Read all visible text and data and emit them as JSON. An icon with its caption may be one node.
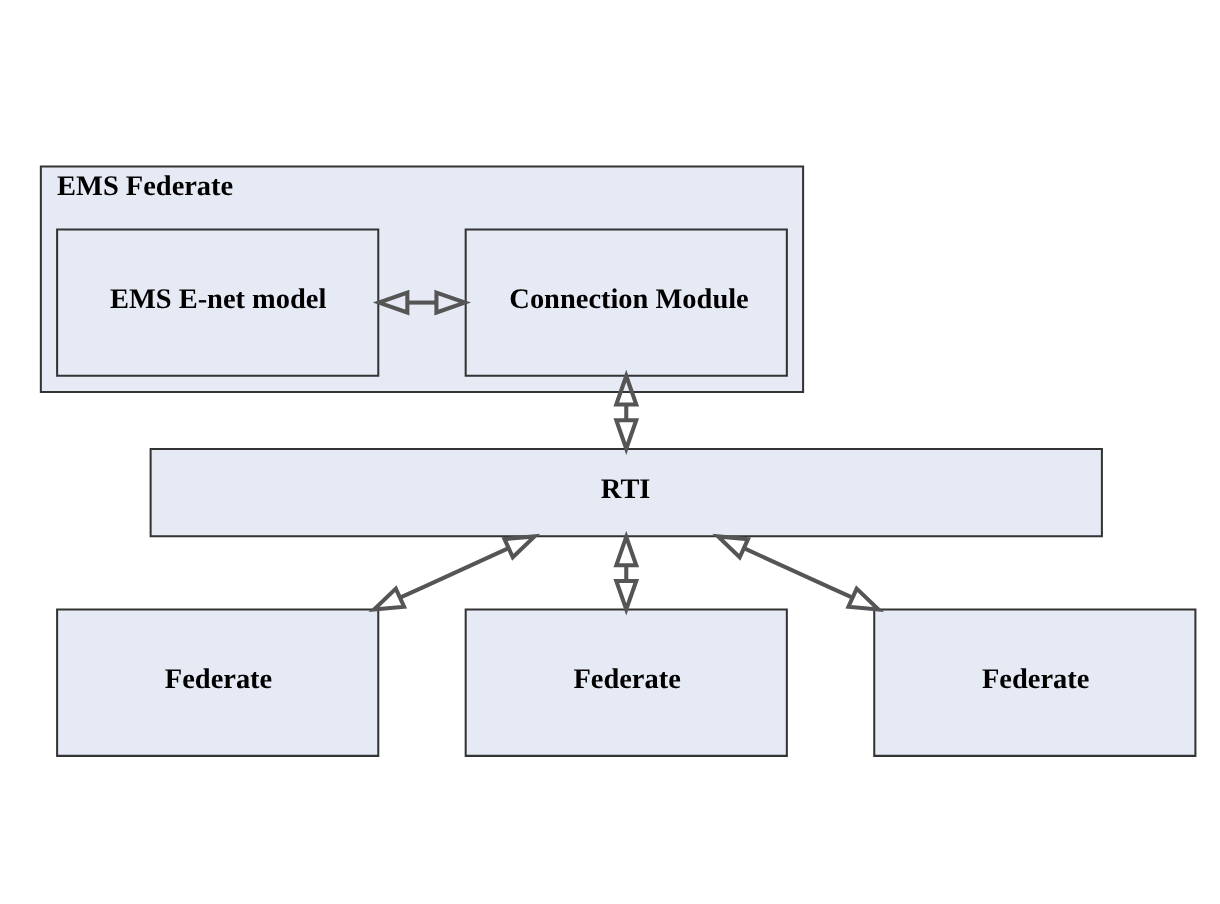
{
  "diagram": {
    "nodes": [
      {
        "text": [
          "EMS Federate"
        ]
      },
      {
        "text": [
          "EMS E-net model"
        ],
        "in": 0
      },
      {
        "text": [
          "Connection Module"
        ],
        "in": 0
      },
      {
        "text": [
          "RTI"
        ]
      },
      {
        "text": [
          "Federate"
        ]
      },
      {
        "text": [
          "Federate"
        ]
      },
      {
        "text": [
          "Federate"
        ]
      }
    ],
    "edges": [
      {
        "from": 1,
        "to": 2,
        "arrow": "both"
      },
      {
        "from": 2,
        "to": 3,
        "arrow": "both"
      },
      {
        "from": 3,
        "to": 4,
        "arrow": "both"
      },
      {
        "from": 3,
        "to": 5,
        "arrow": "both"
      },
      {
        "from": 3,
        "to": 6,
        "arrow": "both"
      }
    ]
  }
}
